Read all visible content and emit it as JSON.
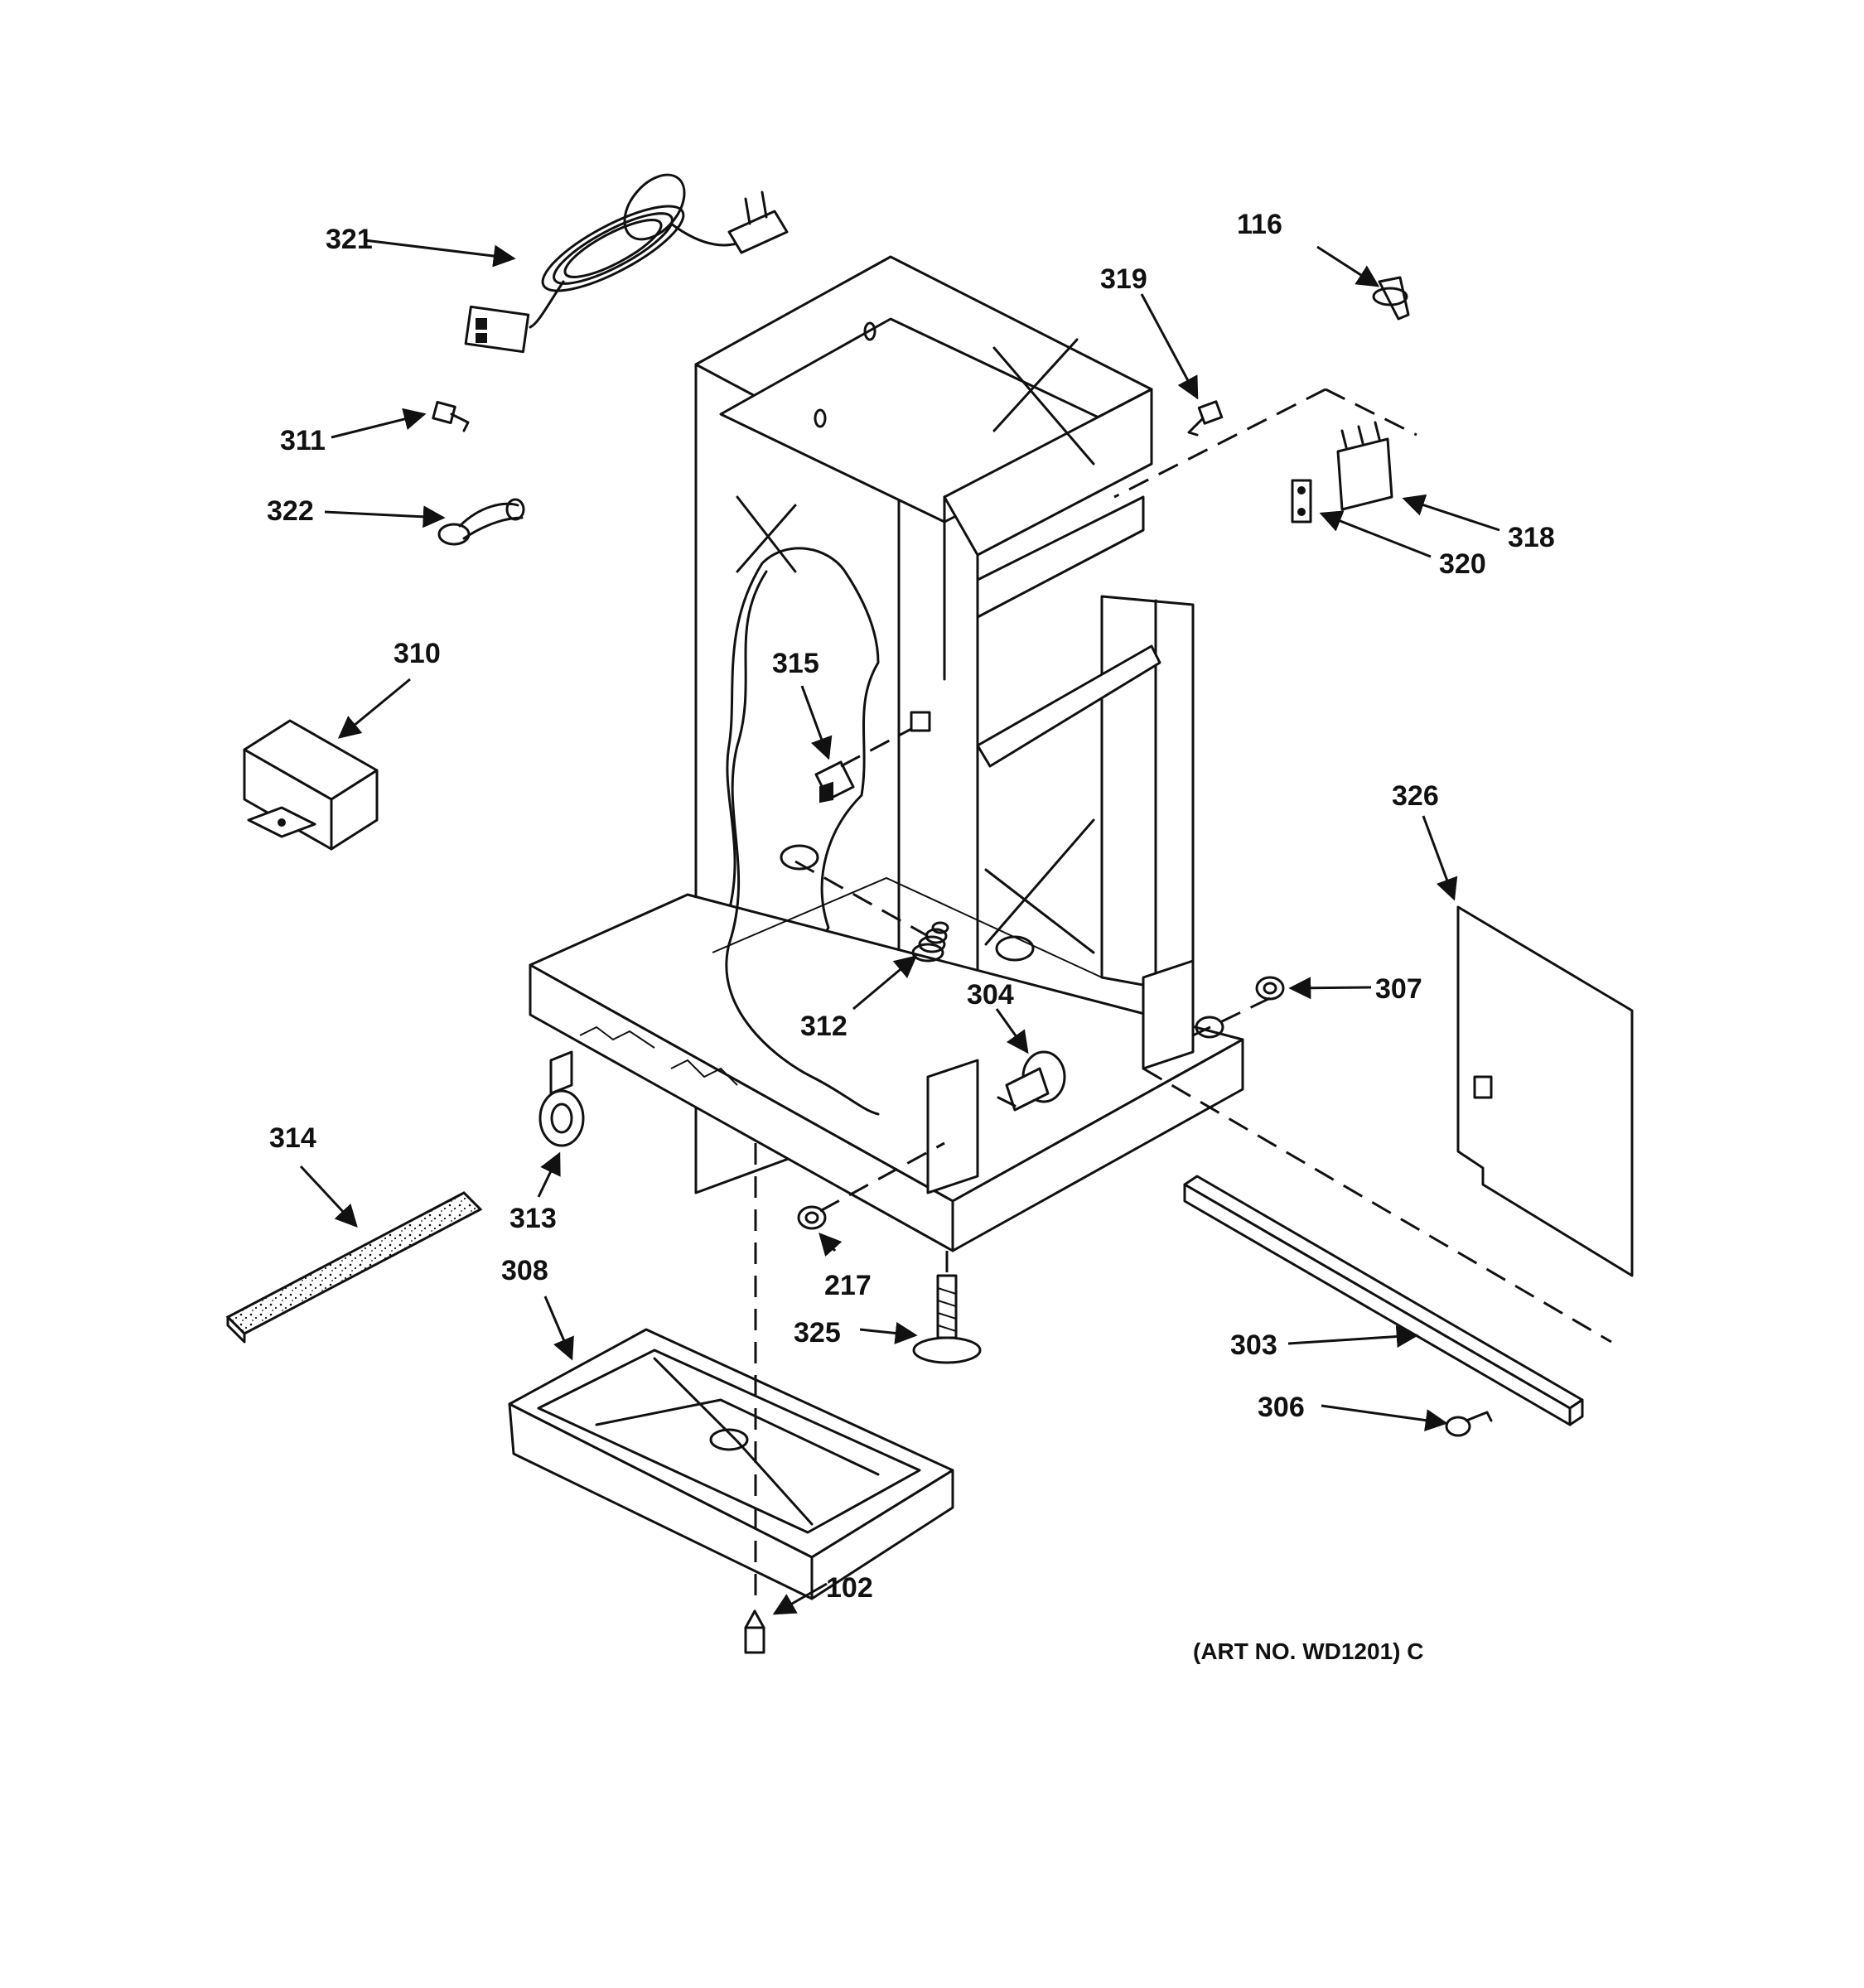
{
  "diagram": {
    "art_number": "(ART NO. WD1201) C",
    "callouts": {
      "p321": "321",
      "p116": "116",
      "p319": "319",
      "p311": "311",
      "p322": "322",
      "p318": "318",
      "p320": "320",
      "p310": "310",
      "p315": "315",
      "p326": "326",
      "p307": "307",
      "p304": "304",
      "p312": "312",
      "p314": "314",
      "p313": "313",
      "p217": "217",
      "p308": "308",
      "p325": "325",
      "p303": "303",
      "p306": "306",
      "p102": "102"
    }
  }
}
